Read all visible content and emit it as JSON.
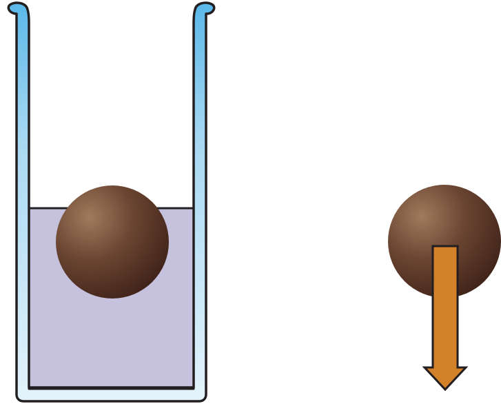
{
  "diagram": {
    "objects": [
      {
        "kind": "glass-beaker",
        "contents": "liquid",
        "contains": "sphere"
      },
      {
        "kind": "sphere",
        "location": "in-liquid"
      },
      {
        "kind": "sphere",
        "location": "free"
      },
      {
        "kind": "force-arrow",
        "direction": "down",
        "applied_to": "free-sphere"
      }
    ],
    "colors": {
      "background": "#ffffff",
      "outline": "#231f20",
      "glass_edge_light": "#d9eef9",
      "glass_edge_dark": "#5ab8e9",
      "liquid": "#c6c2de",
      "sphere_highlight": "#a17b5c",
      "sphere_mid": "#6b4532",
      "sphere_shadow": "#3b1f16",
      "arrow": "#d3812a"
    }
  }
}
